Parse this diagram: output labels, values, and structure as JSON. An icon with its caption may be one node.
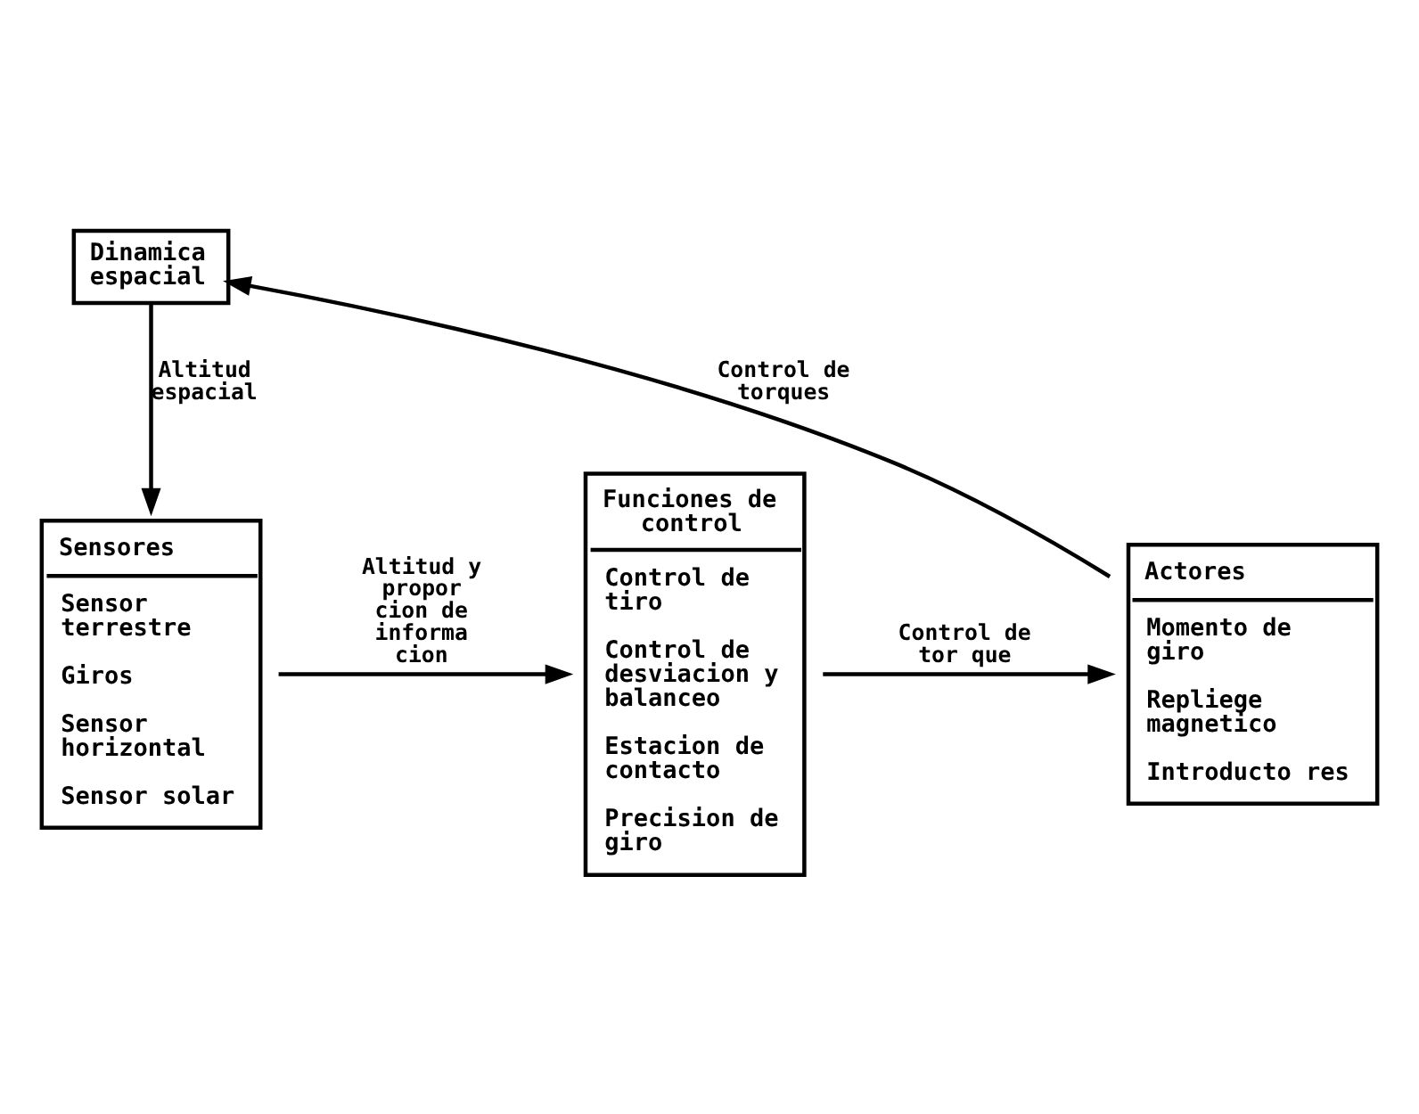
{
  "diagram": {
    "nodes": [
      {
        "text": [
          "Dinamica espacial"
        ]
      },
      {
        "text": [
          "Sensores",
          "Sensor terrestre",
          "Giros",
          "Sensor horizontal",
          "Sensor solar"
        ]
      },
      {
        "text": [
          "Funciones de control",
          "Control de tiro",
          "Control de desviacion y balanceo",
          "Estacion de contacto",
          "Precision de giro"
        ]
      },
      {
        "text": [
          "Actores",
          "Momento de giro",
          "Repliege magnetico",
          "Introducto res"
        ]
      }
    ],
    "edges": [
      {
        "from": 0,
        "to": 1,
        "arrow": "to",
        "label": "Altitud espacial"
      },
      {
        "from": 1,
        "to": 2,
        "arrow": "to",
        "label": "Altitud y propor cion de informa cion"
      },
      {
        "from": 2,
        "to": 3,
        "arrow": "to",
        "label": "Control de tor que"
      },
      {
        "from": 3,
        "to": 0,
        "arrow": "to",
        "label": "Control de torques"
      }
    ]
  }
}
